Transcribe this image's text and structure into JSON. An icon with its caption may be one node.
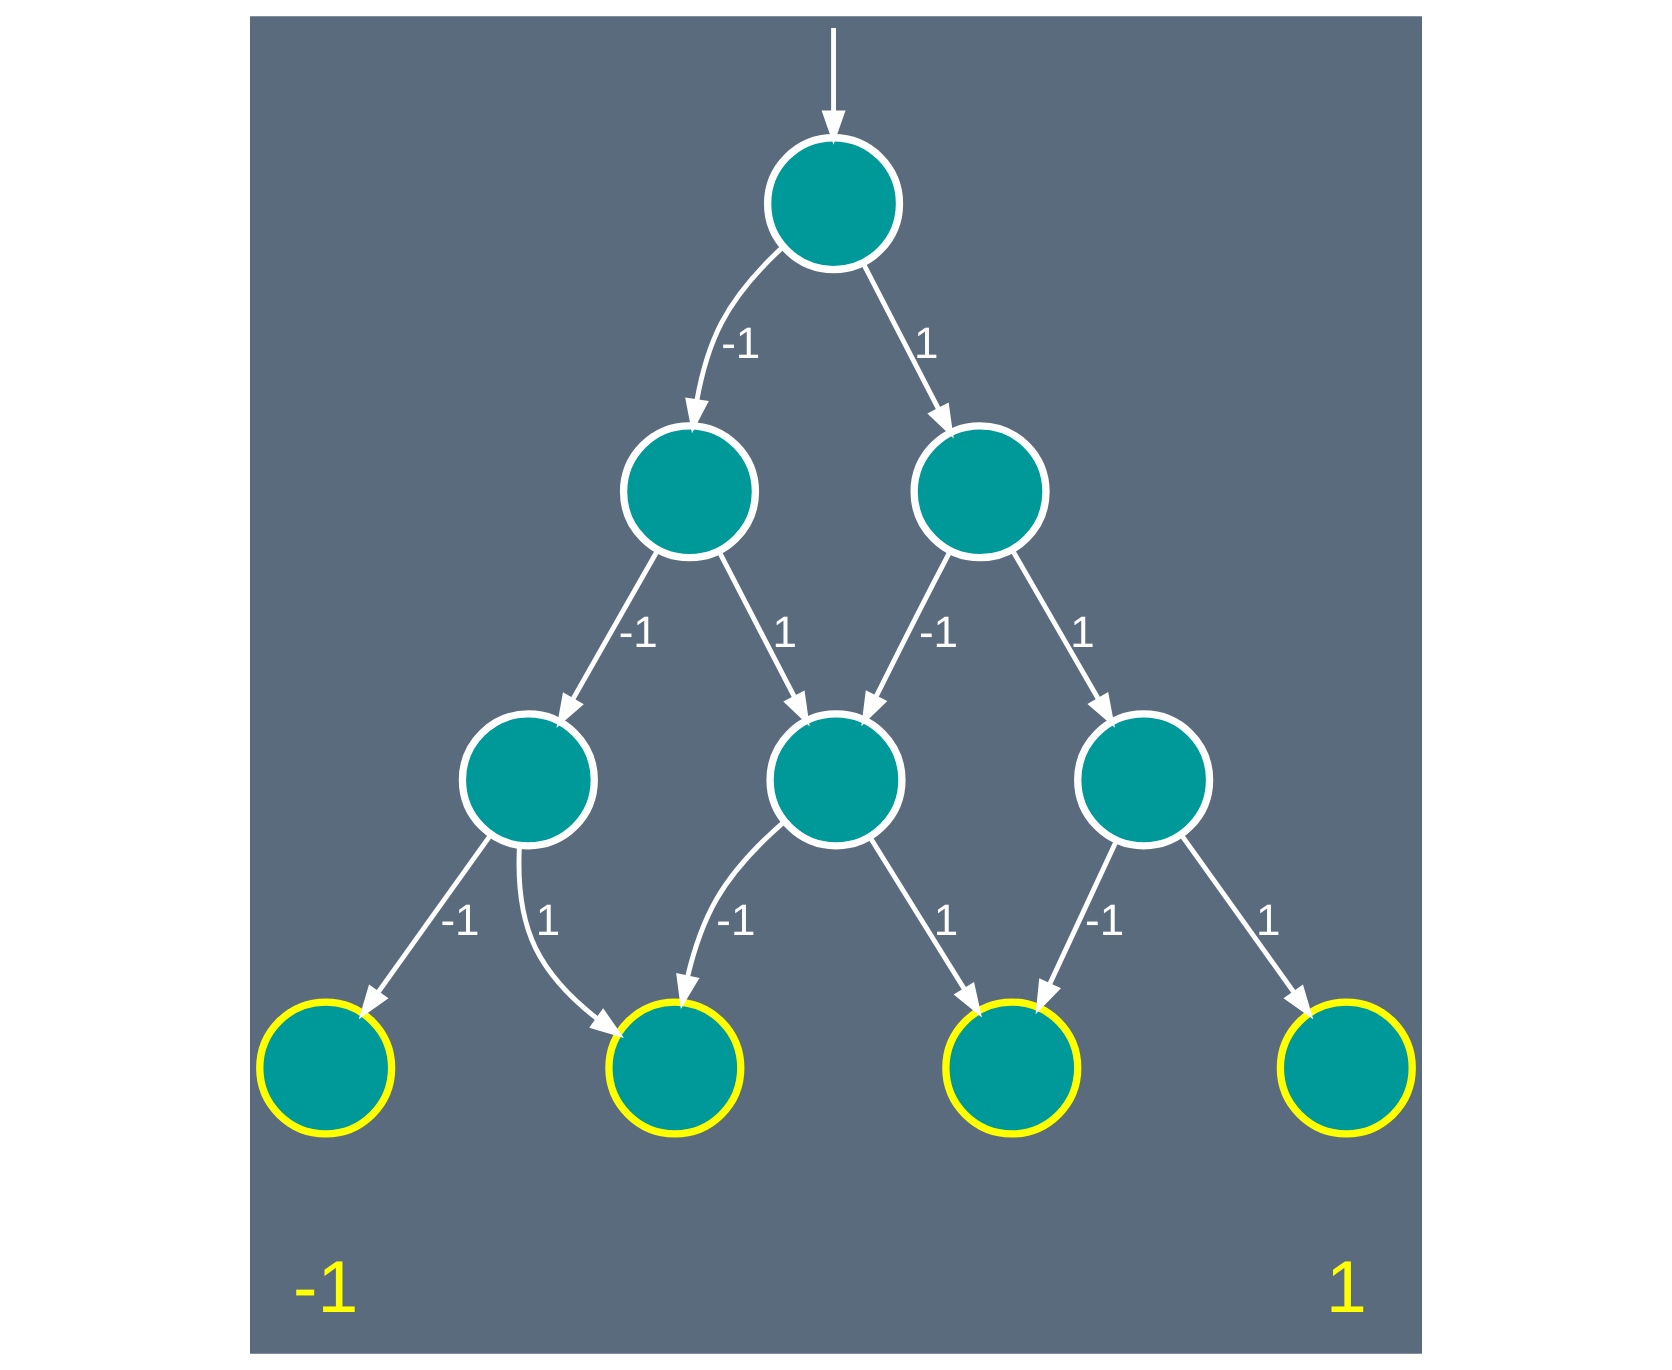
{
  "diagram": {
    "nodes": [
      {
        "text": [],
        "shape": "circle"
      },
      {
        "text": [],
        "shape": "circle"
      },
      {
        "text": [],
        "shape": "circle"
      },
      {
        "text": [],
        "shape": "circle"
      },
      {
        "text": [],
        "shape": "circle"
      },
      {
        "text": [],
        "shape": "circle"
      },
      {
        "text": [],
        "shape": "circle"
      },
      {
        "text": [],
        "shape": "circle"
      },
      {
        "text": [],
        "shape": "circle"
      },
      {
        "text": [],
        "shape": "circle"
      }
    ],
    "edges": [
      {
        "from": null,
        "to": 0,
        "arrow": "to"
      },
      {
        "from": 0,
        "to": 1,
        "arrow": "to",
        "label": "-1"
      },
      {
        "from": 0,
        "to": 2,
        "arrow": "to",
        "label": "1"
      },
      {
        "from": 1,
        "to": 3,
        "arrow": "to",
        "label": "-1"
      },
      {
        "from": 1,
        "to": 4,
        "arrow": "to",
        "label": "1"
      },
      {
        "from": 2,
        "to": 4,
        "arrow": "to",
        "label": "-1"
      },
      {
        "from": 2,
        "to": 5,
        "arrow": "to",
        "label": "1"
      },
      {
        "from": 3,
        "to": 6,
        "arrow": "to",
        "label": "-1"
      },
      {
        "from": 3,
        "to": 7,
        "arrow": "to",
        "label": "1"
      },
      {
        "from": 4,
        "to": 7,
        "arrow": "to",
        "label": "-1"
      },
      {
        "from": 4,
        "to": 8,
        "arrow": "to",
        "label": "1"
      },
      {
        "from": 5,
        "to": 8,
        "arrow": "to",
        "label": "-1"
      },
      {
        "from": 5,
        "to": 9,
        "arrow": "to",
        "label": "1"
      }
    ],
    "labels": [
      "-1",
      "1"
    ]
  }
}
